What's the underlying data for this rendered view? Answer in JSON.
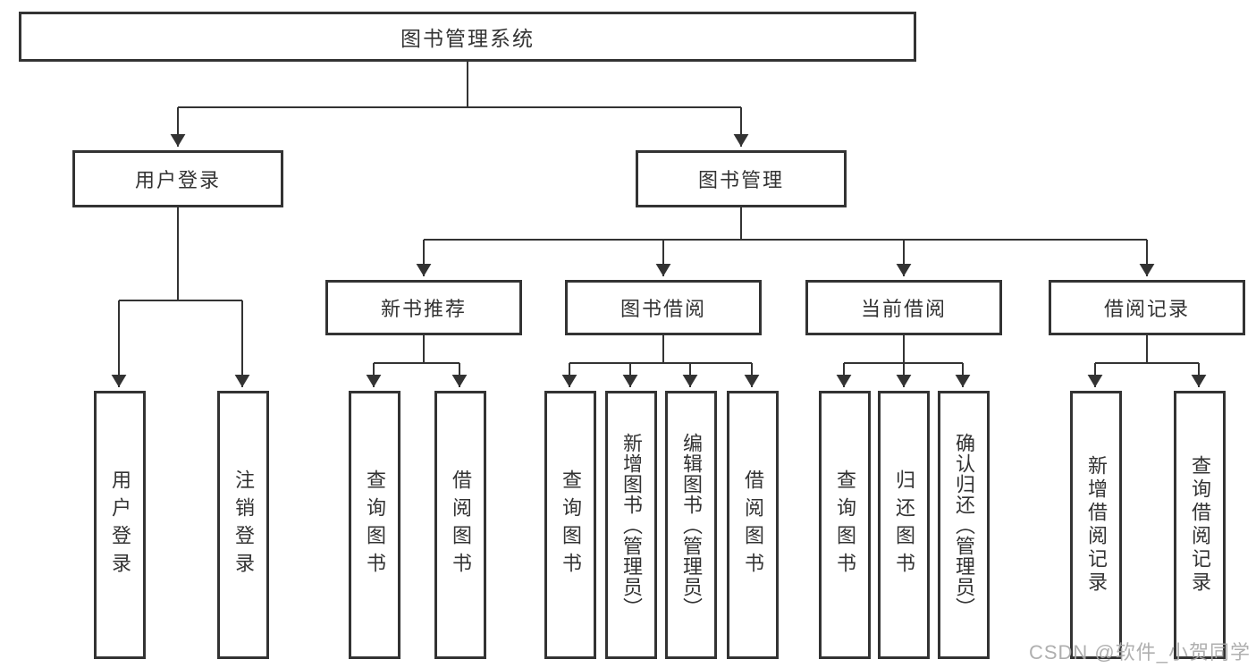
{
  "colors": {
    "line": "#333333",
    "box_border": "#333333",
    "box_background": "#ffffff",
    "text": "#333333",
    "watermark_text": "#a8a8a8"
  },
  "tree": {
    "root": {
      "label": "图书管理系统"
    },
    "branches": [
      {
        "label": "用户登录",
        "children": [
          "用户登录",
          "注销登录"
        ]
      },
      {
        "label": "图书管理",
        "children": [
          {
            "label": "新书推荐",
            "children": [
              "查询图书",
              "借阅图书"
            ]
          },
          {
            "label": "图书借阅",
            "children": [
              "查询图书",
              "新增图书（管理员）",
              "编辑图书（管理员）",
              "借阅图书"
            ]
          },
          {
            "label": "当前借阅",
            "children": [
              "查询图书",
              "归还图书",
              "确认归还（管理员）"
            ]
          },
          {
            "label": "借阅记录",
            "children": [
              "新增借阅记录",
              "查询借阅记录"
            ]
          }
        ]
      }
    ]
  },
  "watermark": {
    "text": "CSDN @软件_小贺同学"
  }
}
